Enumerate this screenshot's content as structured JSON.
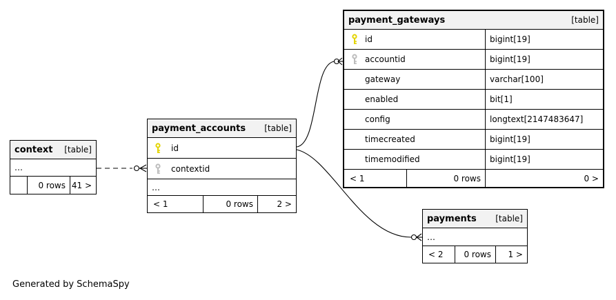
{
  "page": {
    "generated_note": "Generated by SchemaSpy"
  },
  "colors": {
    "border": "#000000",
    "header_bg": "#f2f2f2",
    "primary_key": "#e3d400",
    "foreign_key": "#bcbcbc",
    "background": "#ffffff"
  },
  "tables": {
    "payment_gateways": {
      "title": "payment_gateways",
      "badge": "[table]",
      "columns": [
        {
          "name": "id",
          "type": "bigint[19]",
          "key": "primary"
        },
        {
          "name": "accountid",
          "type": "bigint[19]",
          "key": "foreign"
        },
        {
          "name": "gateway",
          "type": "varchar[100]",
          "key": ""
        },
        {
          "name": "enabled",
          "type": "bit[1]",
          "key": ""
        },
        {
          "name": "config",
          "type": "longtext[2147483647]",
          "key": ""
        },
        {
          "name": "timecreated",
          "type": "bigint[19]",
          "key": ""
        },
        {
          "name": "timemodified",
          "type": "bigint[19]",
          "key": ""
        }
      ],
      "pager": {
        "prev": "< 1",
        "rows": "0 rows",
        "next": "0 >"
      }
    },
    "payment_accounts": {
      "title": "payment_accounts",
      "badge": "[table]",
      "columns": [
        {
          "name": "id",
          "key": "primary"
        },
        {
          "name": "contextid",
          "key": "foreign"
        }
      ],
      "ellipsis": "…",
      "pager": {
        "prev": "< 1",
        "rows": "0 rows",
        "next": "2 >"
      }
    },
    "context": {
      "title": "context",
      "badge": "[table]",
      "ellipsis": "…",
      "pager": {
        "prev": "",
        "rows": "0 rows",
        "next": "41 >"
      }
    },
    "payments": {
      "title": "payments",
      "badge": "[table]",
      "ellipsis": "…",
      "pager": {
        "prev": "< 2",
        "rows": "0 rows",
        "next": "1 >"
      }
    }
  },
  "relationships": [
    {
      "from": "context",
      "to": "payment_accounts.contextid",
      "style": "dashed"
    },
    {
      "from": "payment_accounts.id",
      "to": "payment_gateways.accountid",
      "style": "solid"
    },
    {
      "from": "payment_accounts.id",
      "to": "payments",
      "style": "solid"
    }
  ]
}
